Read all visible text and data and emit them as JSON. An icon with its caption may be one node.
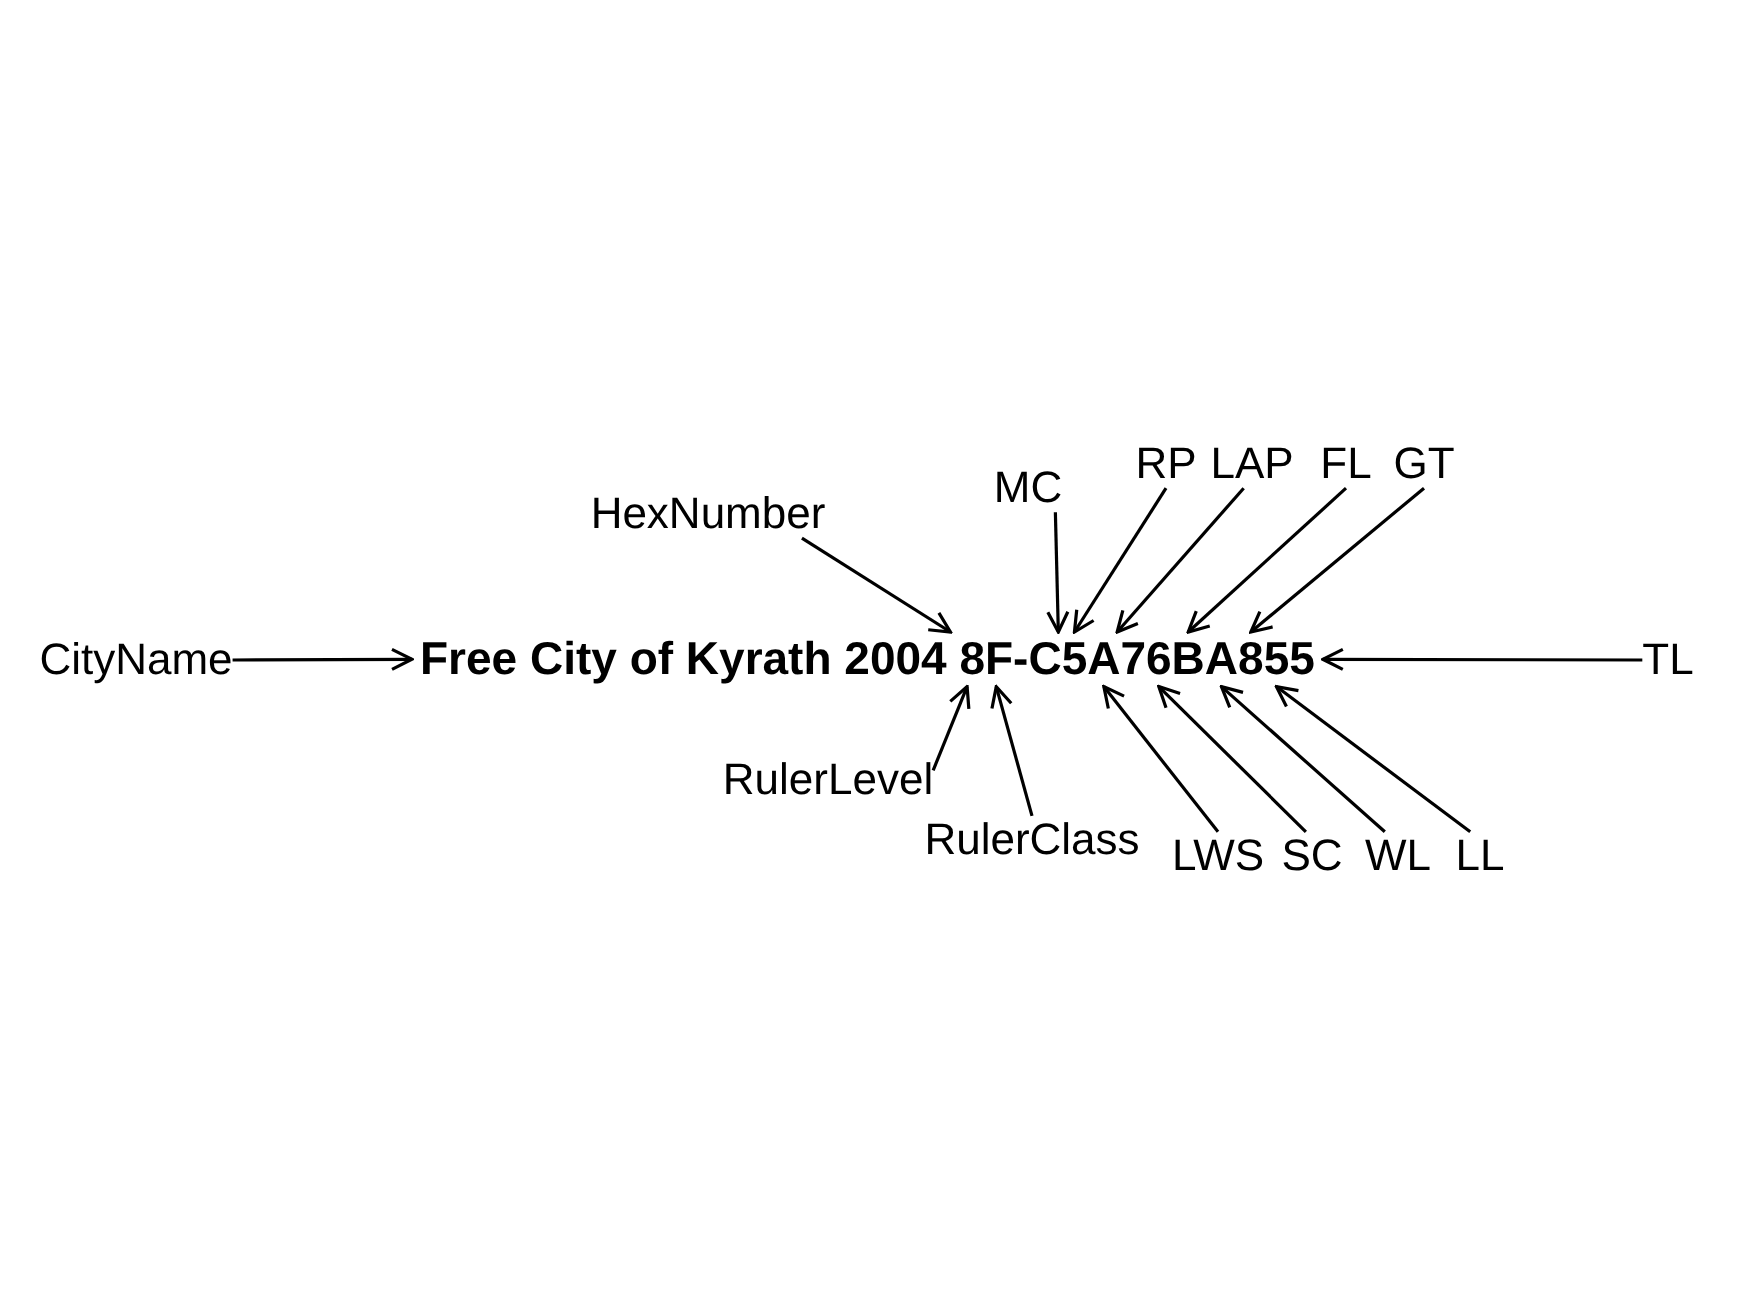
{
  "diagram": {
    "nodes": [
      {
        "text": [
          "RP"
        ]
      },
      {
        "text": [
          "LAP"
        ]
      },
      {
        "text": [
          "FL"
        ]
      },
      {
        "text": [
          "GT"
        ]
      },
      {
        "text": [
          "MC"
        ]
      },
      {
        "text": [
          "HexNumber"
        ]
      },
      {
        "text": [
          "CityName"
        ]
      },
      {
        "text": [
          "Free City of Kyrath 2004 8F-C5A76BA855"
        ]
      },
      {
        "text": [
          "TL"
        ]
      },
      {
        "text": [
          "RulerLevel"
        ]
      },
      {
        "text": [
          "RulerClass"
        ]
      },
      {
        "text": [
          "LWS"
        ]
      },
      {
        "text": [
          "SC"
        ]
      },
      {
        "text": [
          "WL"
        ]
      },
      {
        "text": [
          "LL"
        ]
      }
    ],
    "edges": [
      {
        "from": 6,
        "to": 7,
        "arrow": "to"
      },
      {
        "from": 5,
        "to": 7,
        "arrow": "to"
      },
      {
        "from": 4,
        "to": 7,
        "arrow": "to"
      },
      {
        "from": 0,
        "to": 7,
        "arrow": "to"
      },
      {
        "from": 1,
        "to": 7,
        "arrow": "to"
      },
      {
        "from": 2,
        "to": 7,
        "arrow": "to"
      },
      {
        "from": 3,
        "to": 7,
        "arrow": "to"
      },
      {
        "from": 8,
        "to": 7,
        "arrow": "to"
      },
      {
        "from": 9,
        "to": 7,
        "arrow": "to"
      },
      {
        "from": 10,
        "to": 7,
        "arrow": "to"
      },
      {
        "from": 11,
        "to": 7,
        "arrow": "to"
      },
      {
        "from": 12,
        "to": 7,
        "arrow": "to"
      },
      {
        "from": 13,
        "to": 7,
        "arrow": "to"
      },
      {
        "from": 14,
        "to": 7,
        "arrow": "to"
      }
    ]
  }
}
